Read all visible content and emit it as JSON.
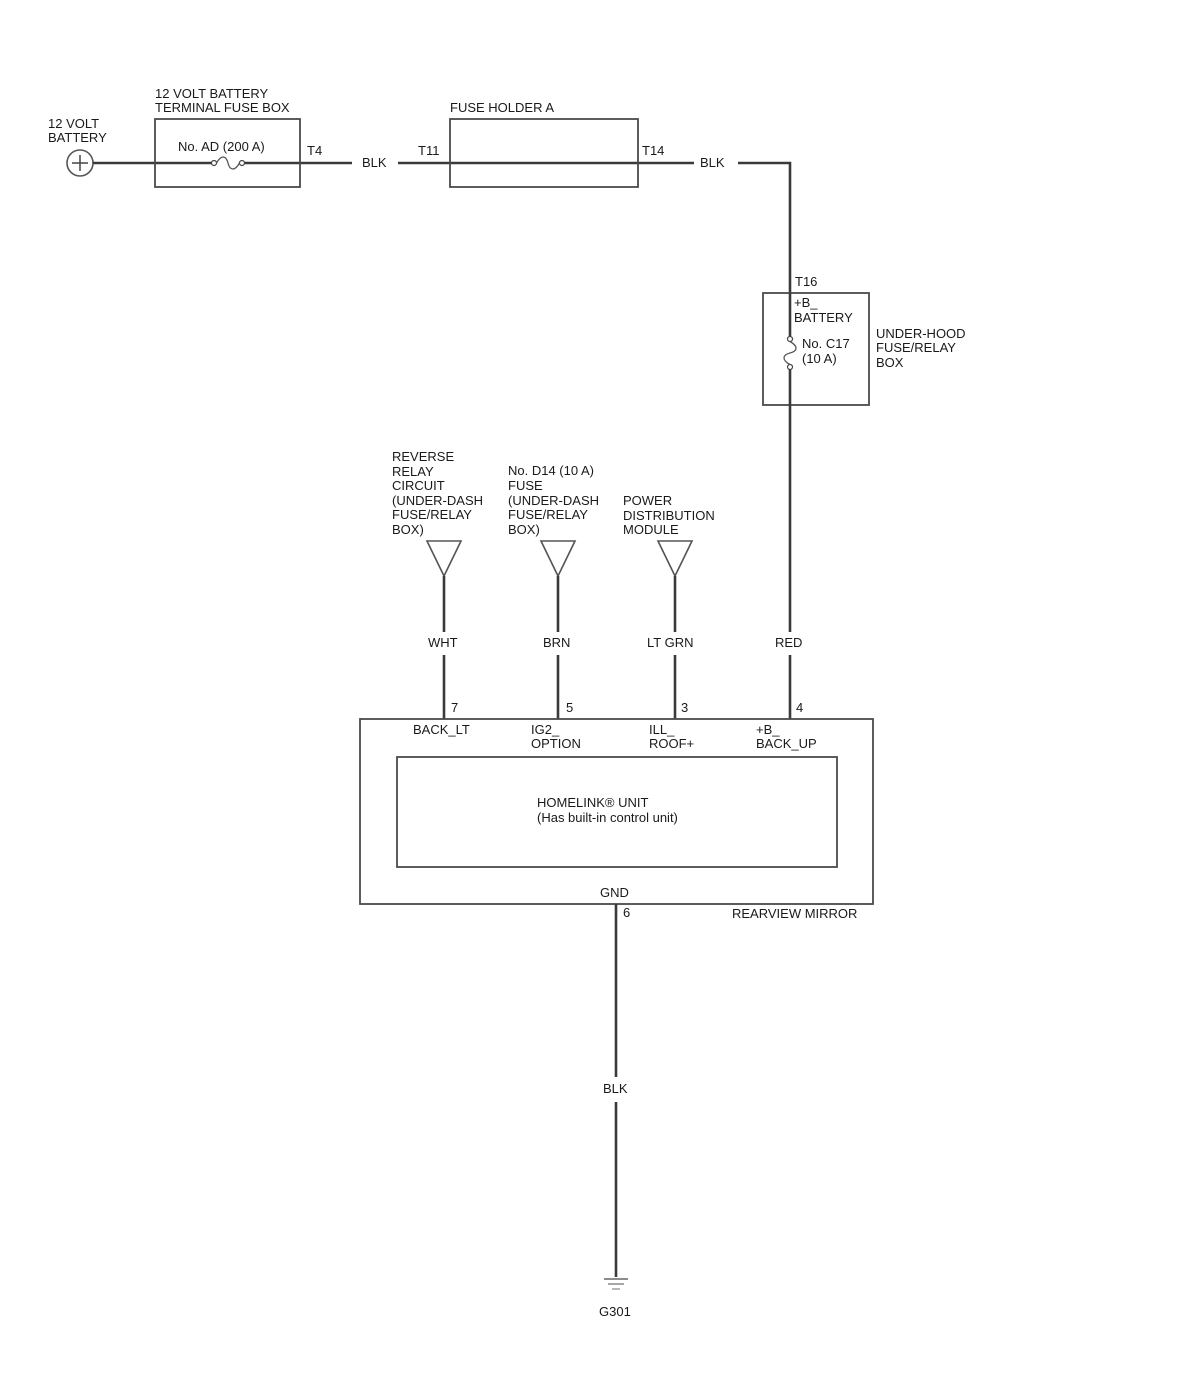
{
  "battery": {
    "label": [
      "12 VOLT",
      "BATTERY"
    ]
  },
  "terminal_fuse_box": {
    "title": [
      "12 VOLT BATTERY",
      "TERMINAL FUSE BOX"
    ],
    "fuse": "No. AD (200 A)",
    "terminal": "T4"
  },
  "wire1": {
    "color": "BLK"
  },
  "fuse_holder_a": {
    "title": "FUSE HOLDER A",
    "terminal_in": "T11",
    "terminal_out": "T14"
  },
  "wire2": {
    "color": "BLK"
  },
  "under_hood_box": {
    "terminal": "T16",
    "circuit": [
      "+B_",
      "BATTERY"
    ],
    "fuse": [
      "No. C17",
      "(10 A)"
    ],
    "title": [
      "UNDER-HOOD",
      "FUSE/RELAY",
      "BOX"
    ]
  },
  "sources": [
    {
      "label": [
        "REVERSE",
        "RELAY",
        "CIRCUIT",
        "(UNDER-DASH",
        "FUSE/RELAY",
        "BOX)"
      ],
      "wire": "WHT",
      "pin": "7",
      "pin_name": [
        "BACK_LT"
      ]
    },
    {
      "label": [
        "No. D14 (10 A)",
        "FUSE",
        "(UNDER-DASH",
        "FUSE/RELAY",
        "BOX)"
      ],
      "wire": "BRN",
      "pin": "5",
      "pin_name": [
        "IG2_",
        "OPTION"
      ]
    },
    {
      "label": [
        "POWER",
        "DISTRIBUTION",
        "MODULE"
      ],
      "wire": "LT GRN",
      "pin": "3",
      "pin_name": [
        "ILL_",
        "ROOF+"
      ]
    }
  ],
  "red_wire": {
    "color": "RED",
    "pin": "4",
    "pin_name": [
      "+B_",
      "BACK_UP"
    ]
  },
  "mirror": {
    "title": "REARVIEW MIRROR",
    "unit": [
      "HOMELINK® UNIT",
      "(Has built-in control unit)"
    ],
    "gnd_label": "GND",
    "gnd_pin": "6"
  },
  "ground": {
    "wire": "BLK",
    "label": "G301"
  }
}
